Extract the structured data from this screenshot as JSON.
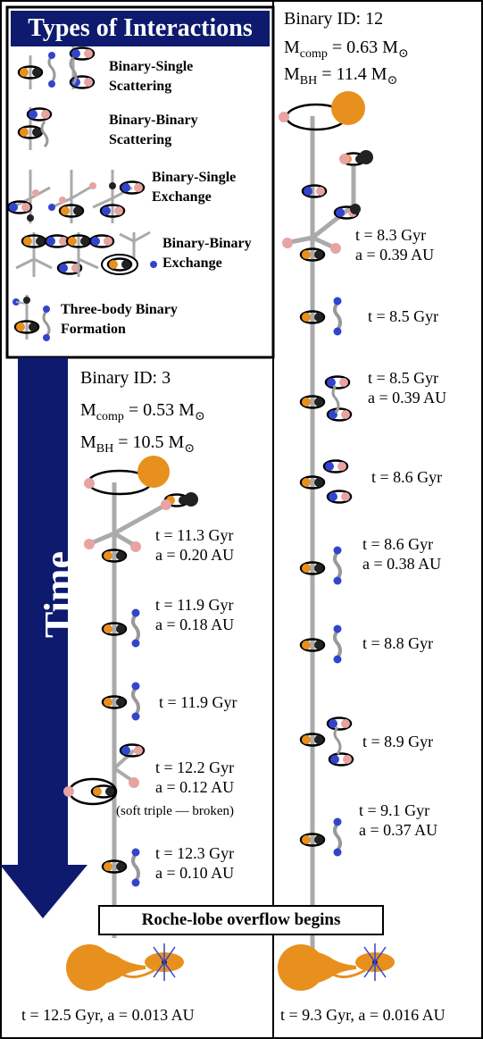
{
  "legend": {
    "title": "Types of Interactions",
    "items": [
      {
        "line1": "Binary-Single",
        "line2": "Scattering"
      },
      {
        "line1": "Binary-Binary",
        "line2": "Scattering"
      },
      {
        "line1": "Binary-Single",
        "line2": "Exchange"
      },
      {
        "line1": "Binary-Binary",
        "line2": "Exchange"
      },
      {
        "line1": "Three-body Binary",
        "line2": "Formation"
      }
    ]
  },
  "time_label": "Time",
  "left": {
    "binary_id": "Binary ID: 3",
    "mcomp": "M",
    "mcomp_sub": "comp",
    "mcomp_val": " = 0.53  M",
    "mbh": "M",
    "mbh_sub": "BH",
    "mbh_val": " = 10.5 M",
    "events": [
      {
        "t": "t = 11.3 Gyr",
        "a": "a = 0.20 AU"
      },
      {
        "t": "t = 11.9 Gyr",
        "a": "a = 0.18 AU"
      },
      {
        "t": "t = 11.9 Gyr",
        "a": ""
      },
      {
        "t": "t = 12.2 Gyr",
        "a": "a = 0.12 AU",
        "note": "(soft triple — broken)"
      },
      {
        "t": "t = 12.3 Gyr",
        "a": "a = 0.10 AU"
      }
    ],
    "final": "t = 12.5 Gyr, a = 0.013 AU"
  },
  "right": {
    "binary_id": "Binary ID: 12",
    "mcomp": "M",
    "mcomp_sub": "comp",
    "mcomp_val": " = 0.63 M",
    "mbh": "M",
    "mbh_sub": "BH",
    "mbh_val": " = 11.4 M",
    "events": [
      {
        "t": "t = 8.3 Gyr",
        "a": "a = 0.39 AU"
      },
      {
        "t": "t = 8.5 Gyr",
        "a": ""
      },
      {
        "t": "t = 8.5 Gyr",
        "a": "a = 0.39 AU"
      },
      {
        "t": "t = 8.6 Gyr",
        "a": ""
      },
      {
        "t": "t = 8.6 Gyr",
        "a": "a = 0.38 AU"
      },
      {
        "t": "t = 8.8 Gyr",
        "a": ""
      },
      {
        "t": "t = 8.9 Gyr",
        "a": ""
      },
      {
        "t": "t = 9.1 Gyr",
        "a": "a = 0.37 AU"
      }
    ],
    "final": "t = 9.3 Gyr, a = 0.016 AU"
  },
  "roche": "Roche-lobe overflow begins",
  "sun_symbol": "⊙",
  "colors": {
    "navy": "#0d1a6e",
    "orange": "#e8901e",
    "pink": "#e8a3a3",
    "blue": "#3344cc",
    "black": "#222222",
    "track": "#aaaaaa"
  }
}
